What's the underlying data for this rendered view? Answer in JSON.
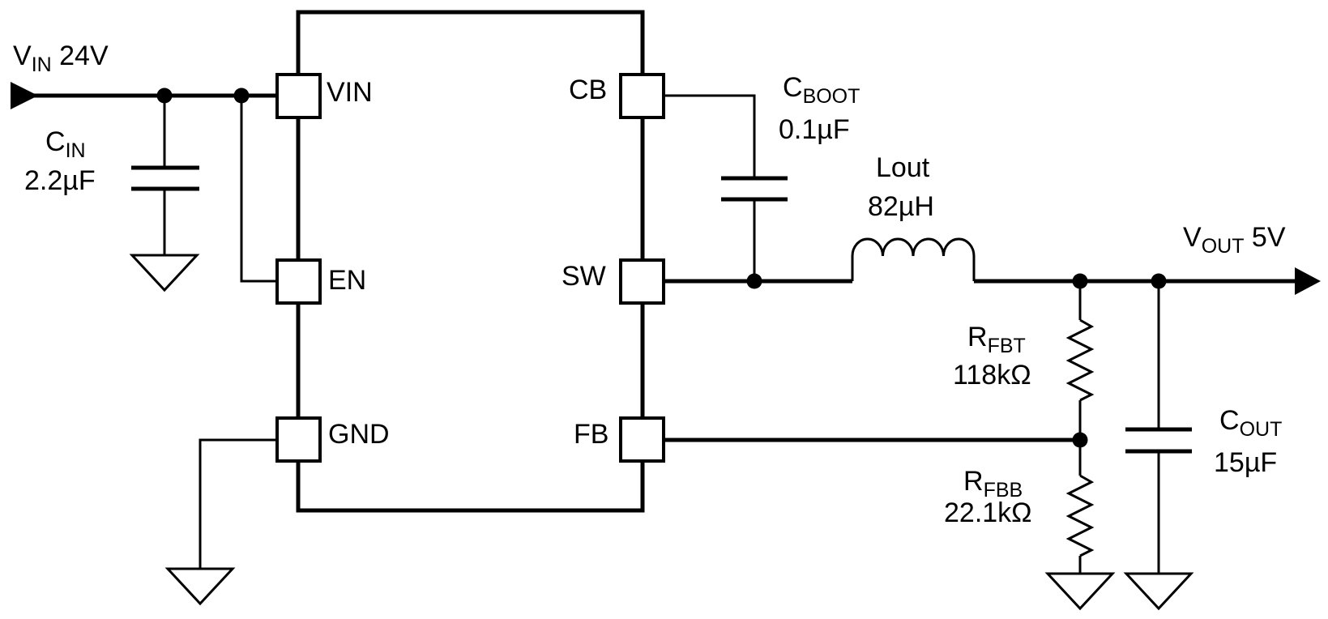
{
  "colors": {
    "ink": "#000000",
    "background": "#ffffff"
  },
  "nets": {
    "input": {
      "main": "V",
      "sub": "IN",
      "rest": " 24V"
    },
    "output": {
      "main": "V",
      "sub": "OUT",
      "rest": " 5V"
    }
  },
  "ic": {
    "pins": {
      "vin": "VIN",
      "en": "EN",
      "gnd": "GND",
      "cb": "CB",
      "sw": "SW",
      "fb": "FB"
    }
  },
  "components": {
    "cin": {
      "ref_main": "C",
      "ref_sub": "IN",
      "value": "2.2µF"
    },
    "cboot": {
      "ref_main": "C",
      "ref_sub": "BOOT",
      "value": "0.1µF"
    },
    "lout": {
      "ref": "Lout",
      "value": "82µH"
    },
    "rfbt": {
      "ref_main": "R",
      "ref_sub": "FBT",
      "value": "118kΩ"
    },
    "rfbb": {
      "ref_main": "R",
      "ref_sub": "FBB",
      "value": "22.1kΩ"
    },
    "cout": {
      "ref_main": "C",
      "ref_sub": "OUT",
      "value": "15µF"
    }
  }
}
